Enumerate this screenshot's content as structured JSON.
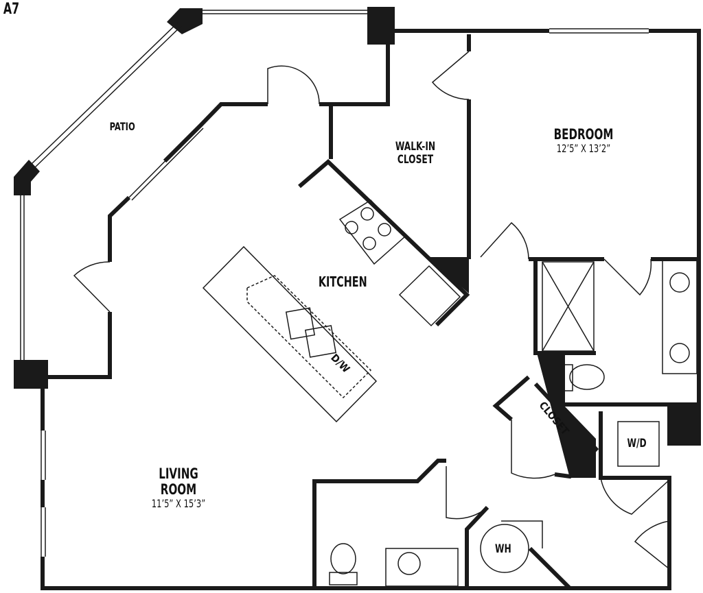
{
  "plan": {
    "unit_name": "A7",
    "rooms": {
      "patio": "PATIO",
      "walk_in_closet_line1": "WALK-IN",
      "walk_in_closet_line2": "CLOSET",
      "bedroom": "BEDROOM",
      "bedroom_dim": "12’5” X 13’2”",
      "kitchen": "KITCHEN",
      "dishwasher": "D/W",
      "closet": "CLOSET",
      "washer_dryer": "W/D",
      "living_room": "LIVING ROOM",
      "living_room_dim": "11’5” X 15’3”",
      "water_heater": "WH"
    },
    "colors": {
      "wall": "#1a1a1a",
      "background": "#ffffff"
    }
  }
}
